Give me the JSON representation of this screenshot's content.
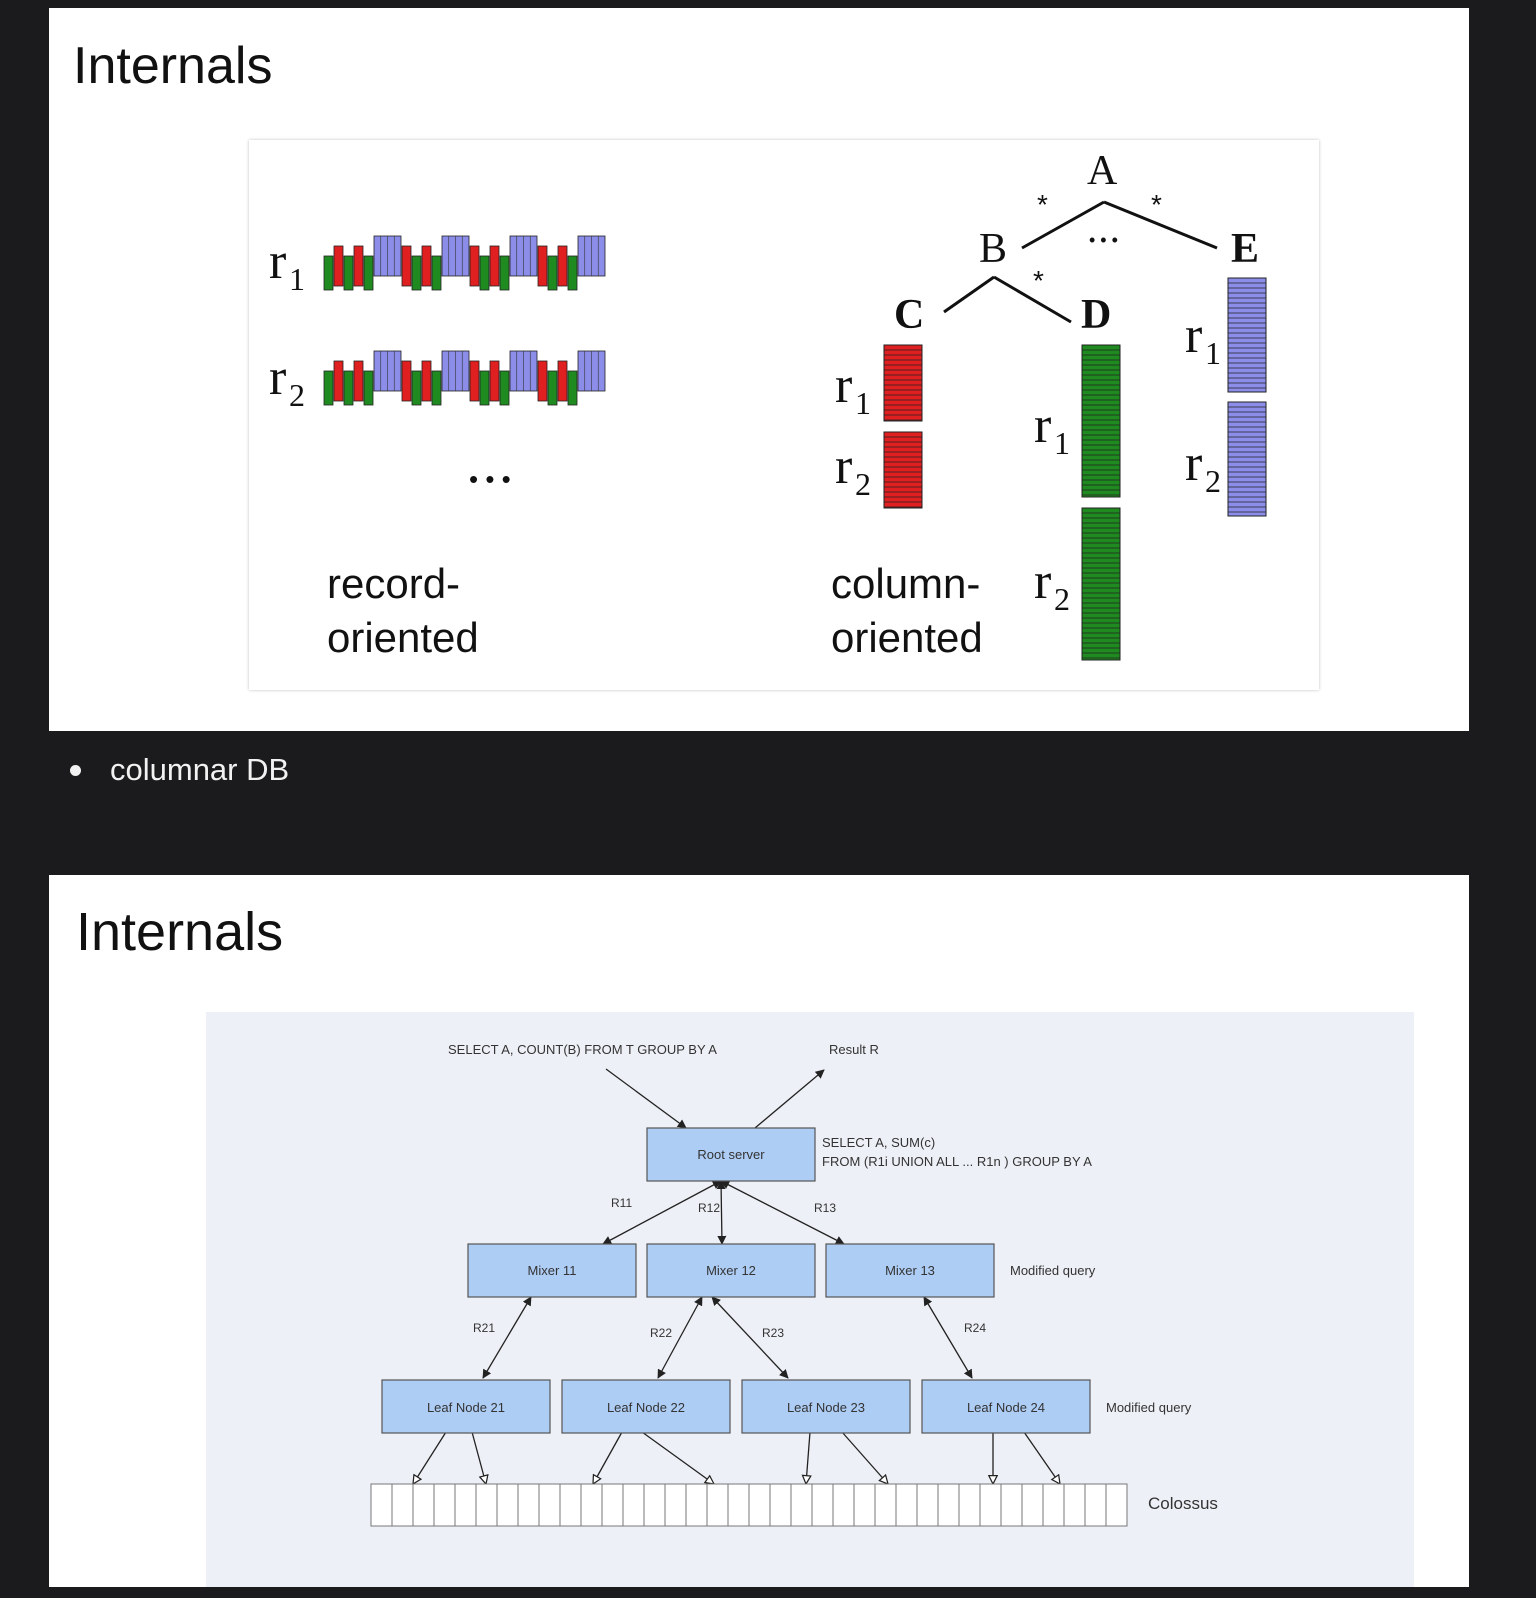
{
  "slide1": {
    "title": "Internals",
    "record_labels": {
      "r1": "r",
      "r1_sub": "1",
      "r2": "r",
      "r2_sub": "2",
      "ellipsis": "• • •"
    },
    "record_caption": [
      "record-",
      "oriented"
    ],
    "column_caption": [
      "column-",
      "oriented"
    ],
    "tree": {
      "nodes": {
        "A": "A",
        "B": "B",
        "C": "C",
        "D": "D",
        "E": "E"
      },
      "star": "*",
      "ellipsis": "• • •"
    },
    "column_labels": {
      "r": "r",
      "sub1": "1",
      "sub2": "2"
    },
    "colors": {
      "red": "#e02020",
      "green": "#1f8a1f",
      "blue": "#8b8de8"
    }
  },
  "bullets": [
    "columnar DB"
  ],
  "slide2": {
    "title": "Internals",
    "query_text": "SELECT A, COUNT(B) FROM T GROUP BY A",
    "result_text": "Result R",
    "root_label": "Root server",
    "root_note": [
      "SELECT A, SUM(c)",
      "FROM (R1i UNION ALL ... R1n ) GROUP BY A"
    ],
    "mixers": [
      "Mixer 11",
      "Mixer 12",
      "Mixer 13"
    ],
    "mixer_note": "Modified query",
    "leaves": [
      "Leaf Node 21",
      "Leaf Node 22",
      "Leaf Node 23",
      "Leaf Node 24"
    ],
    "leaf_note": "Modified query",
    "edge_labels": {
      "r11": "R11",
      "r12": "R12",
      "r13": "R13",
      "r21": "R21",
      "r22": "R22",
      "r23": "R23",
      "r24": "R24"
    },
    "storage_label": "Colossus",
    "colors": {
      "box_fill": "#aecdf5",
      "box_stroke": "#555555",
      "panel": "#eef0f7"
    }
  }
}
